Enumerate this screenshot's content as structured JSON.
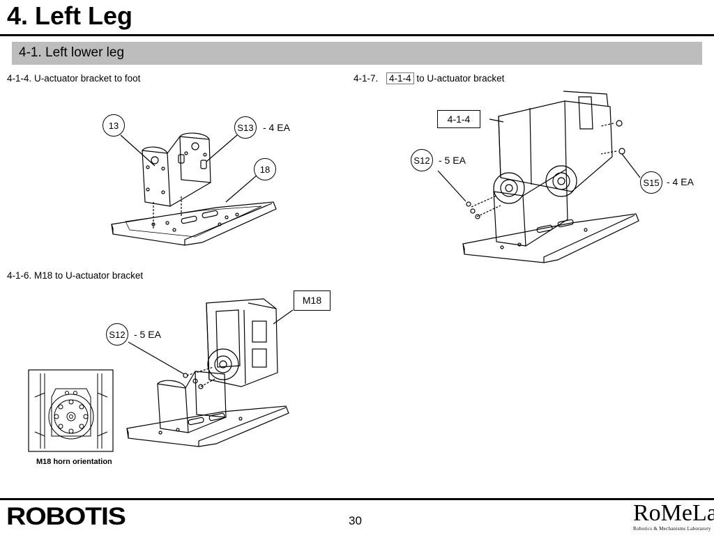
{
  "header": {
    "title": "4. Left Leg",
    "section": "4-1. Left lower leg"
  },
  "steps": {
    "s1": {
      "label": "4-1-4. U-actuator bracket to foot"
    },
    "s2": {
      "prefix": "4-1-7.",
      "ref": "4-1-4",
      "suffix": " to U-actuator bracket"
    },
    "s3": {
      "label": "4-1-6. M18 to U-actuator bracket"
    }
  },
  "callouts": {
    "c13": "13",
    "s13": "S13",
    "s13_qty": "- 4 EA",
    "c18": "18",
    "ref_414": "4-1-4",
    "s12a": "S12",
    "s12a_qty": "- 5 EA",
    "s15": "S15",
    "s15_qty": "- 4 EA",
    "m18": "M18",
    "s12b": "S12",
    "s12b_qty": "- 5 EA"
  },
  "inset": {
    "caption": "M18 horn orientation"
  },
  "footer": {
    "logo": "ROBOTIS",
    "page": "30",
    "lab_logo": "RoMeLa",
    "lab_name": "Robotics & Mechanisms Laboratory"
  }
}
